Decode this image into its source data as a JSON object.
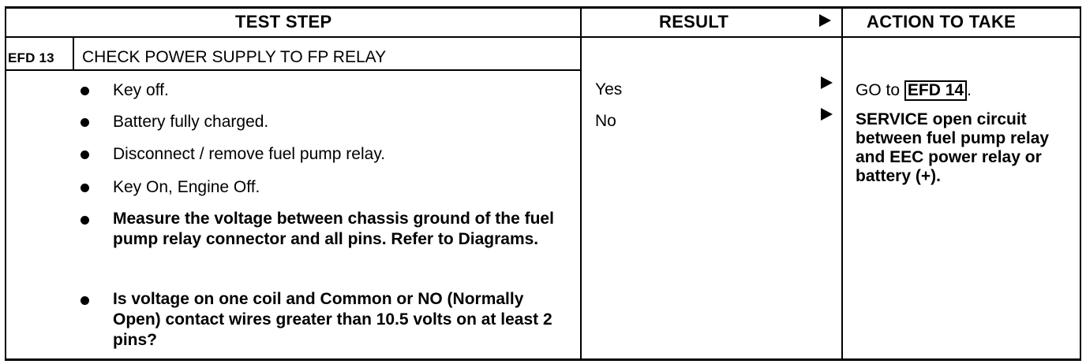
{
  "headers": {
    "test_step": "TEST STEP",
    "result": "RESULT",
    "action": "ACTION TO TAKE"
  },
  "step": {
    "id": "EFD 13",
    "title": "CHECK POWER SUPPLY TO FP RELAY"
  },
  "bullets": [
    "Key off.",
    "Battery fully charged.",
    "Disconnect / remove fuel pump relay.",
    "Key On, Engine Off.",
    "Measure the voltage between chassis ground of the fuel pump relay connector and all pins. Refer to Diagrams.",
    "Is voltage on one coil and Common or NO (Normally Open) contact wires greater than 10.5 volts on at least 2 pins?"
  ],
  "results": [
    {
      "label": "Yes",
      "action_prefix": "GO to ",
      "action_ref": "EFD 14",
      "action_suffix": "."
    },
    {
      "label": "No",
      "action_text": "SERVICE open circuit between fuel pump relay and EEC power relay or battery (+)."
    }
  ]
}
